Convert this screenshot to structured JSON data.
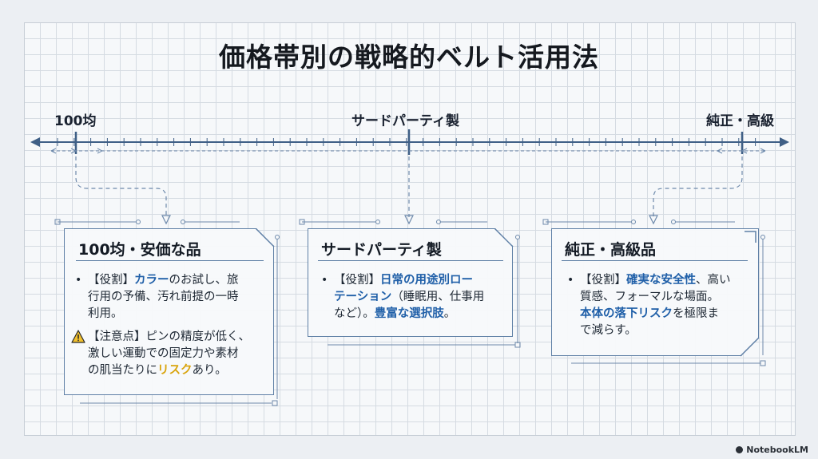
{
  "title": "価格帯別の戦略的ベルト活用法",
  "timeline": {
    "left": "100均",
    "center": "サードパーティ製",
    "right": "純正・高級"
  },
  "cards": [
    {
      "title": "100均・安価な品",
      "role": {
        "prefix": "【役割】",
        "hl1": "カラー",
        "line1_rest": "のお試し、旅",
        "line2": "行用の予備、汚れ前提の一時",
        "line3": "利用。"
      },
      "caution": {
        "line1": "【注意点】ピンの精度が低く、",
        "line2": "激しい運動での固定力や素材",
        "line3_pre": "の肌当たりに",
        "hl": "リスク",
        "line3_post": "あり。"
      }
    },
    {
      "title": "サードパーティ製",
      "role": {
        "prefix": "【役割】",
        "hl1": "日常の用途別ロー",
        "line2_hl": "テーション",
        "line2_rest": "（睡眠用、仕事用",
        "line3_pre": "など）。",
        "hl3": "豊富な選択肢",
        "line3_post": "。"
      }
    },
    {
      "title": "純正・高級品",
      "role": {
        "prefix": "【役割】",
        "hl1": "確実な安全性",
        "line1_rest": "、高い",
        "line2": "質感、フォーマルな場面。",
        "line3_hl": "本体の落下リスク",
        "line3_rest": "を極限ま",
        "line4": "で減らす。"
      }
    }
  ],
  "brand": "NotebookLM"
}
